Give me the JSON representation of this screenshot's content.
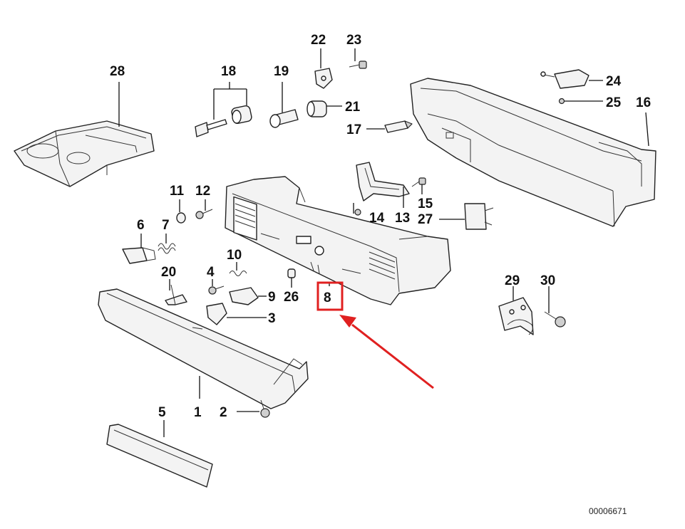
{
  "diagram": {
    "reference_number": "00006671",
    "highlighted_part": "8",
    "highlight_color": "#e02020",
    "arrow_color": "#e02020",
    "labels": {
      "p1": "1",
      "p2": "2",
      "p3": "3",
      "p4": "4",
      "p5": "5",
      "p6": "6",
      "p7": "7",
      "p8": "8",
      "p9": "9",
      "p10": "10",
      "p11": "11",
      "p12": "12",
      "p13": "13",
      "p14": "14",
      "p15": "15",
      "p16": "16",
      "p17": "17",
      "p18": "18",
      "p19": "19",
      "p20": "20",
      "p21": "21",
      "p22": "22",
      "p23": "23",
      "p24": "24",
      "p25": "25",
      "p26": "26",
      "p27": "27",
      "p28": "28",
      "p29": "29",
      "p30": "30"
    }
  }
}
